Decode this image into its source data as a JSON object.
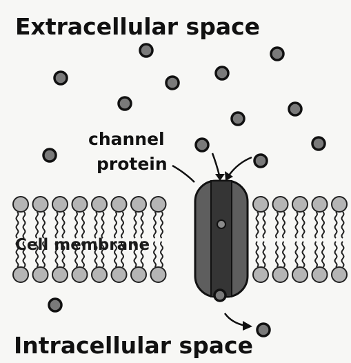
{
  "labels": {
    "extracellular": "Extracellular space",
    "intracellular": "Intracellular space",
    "channel_line1": "channel",
    "channel_line2": "protein",
    "membrane": "Cell membrane"
  },
  "colors": {
    "background": "#f7f7f5",
    "molecule_fill": "#7a7a7a",
    "molecule_stroke": "#111111",
    "lipid_head": "#b5b5b5",
    "protein": "#5e5e5e",
    "protein_dark": "#333333"
  }
}
